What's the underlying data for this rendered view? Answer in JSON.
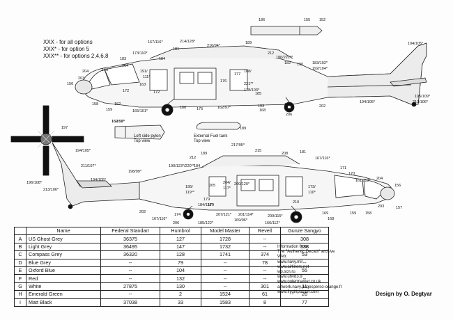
{
  "legend": [
    "XXX - for all options",
    "XXX* - for option 5",
    "XXX** - for options 2,4,6,8"
  ],
  "captions": {
    "pylon": [
      "Left side pylon",
      "Top view"
    ],
    "tank": [
      "External Fuel tank",
      "Top view"
    ]
  },
  "callouts_top": [
    "186",
    "155",
    "152",
    "194/105*",
    "167/116*",
    "214/128*",
    "216/94*",
    "189",
    "181",
    "173/110*",
    "184",
    "212",
    "183",
    "180/221**",
    "164",
    "182",
    "190",
    "183/102*",
    "192/104*",
    "204",
    "160",
    "177",
    "203",
    "191/",
    "188/",
    "156",
    "111*",
    "176",
    "221**",
    "163",
    "178/103*",
    "195/109*",
    "213/106*",
    "172",
    "185",
    "172",
    "158",
    "162",
    "159",
    "165/101*",
    "166",
    "175",
    "162/97*",
    "168",
    "193",
    "167",
    "174",
    "206",
    "202",
    "194/105*"
  ],
  "callouts_bottom": [
    "162/97*",
    "189",
    "197",
    "217/95*",
    "215",
    "212",
    "189",
    "208",
    "181",
    "167/116*",
    "194/105*",
    "211/107*",
    "190/123*/220**",
    "204/",
    "184",
    "171",
    "170",
    "198/99*",
    "117*",
    "200/120*",
    "161/113*",
    "204",
    "156",
    "194/105*",
    "195/",
    "119**",
    "205",
    "173/",
    "203",
    "196/108*",
    "179",
    "179",
    "110*",
    "213/106*",
    "184/118*",
    "210",
    "157",
    "202",
    "174",
    "207/121*",
    "201/114*",
    "209/115*",
    "169",
    "159",
    "158",
    "167/116*",
    "206",
    "185/122*",
    "169/96*",
    "166/112*",
    "168",
    "169/96*"
  ],
  "table": {
    "headers": [
      "",
      "Name",
      "Federal Standart",
      "Humbrol",
      "Model Master",
      "Revell",
      "Gunze Sangyo"
    ],
    "rows": [
      [
        "A",
        "US Ghost Grey",
        "36375",
        "127",
        "1728",
        "--",
        "308"
      ],
      [
        "B",
        "Light Grey",
        "36495",
        "147",
        "1732",
        "--",
        "338"
      ],
      [
        "C",
        "Compass Grey",
        "36320",
        "128",
        "1741",
        "374",
        "53"
      ],
      [
        "D",
        "Blue Grey",
        "--",
        "79",
        "--",
        "78",
        "--"
      ],
      [
        "E",
        "Oxford Blue",
        "--",
        "104",
        "--",
        "--",
        "55"
      ],
      [
        "F",
        "Red",
        "--",
        "132",
        "--",
        "--",
        "--"
      ],
      [
        "G",
        "White",
        "27875",
        "130",
        "--",
        "301",
        "11"
      ],
      [
        "H",
        "Emerald Green",
        "--",
        "2",
        "1524",
        "61",
        "26"
      ],
      [
        "I",
        "Matt Black",
        "37038",
        "33",
        "1583",
        "8",
        "77"
      ]
    ]
  },
  "info": [
    "Information from:",
    "The \"Authentic Decals\" archive",
    "Web:",
    "www.navy.mil",
    "www.airliners.net",
    "wp.scn.ru",
    "www.uhv83.9",
    "www.outermarker.co.uk",
    "artwork.navy.pagesperso-orange.fr",
    "www.flygirlpainter.com"
  ],
  "credit": "Design by O. Degtyar"
}
